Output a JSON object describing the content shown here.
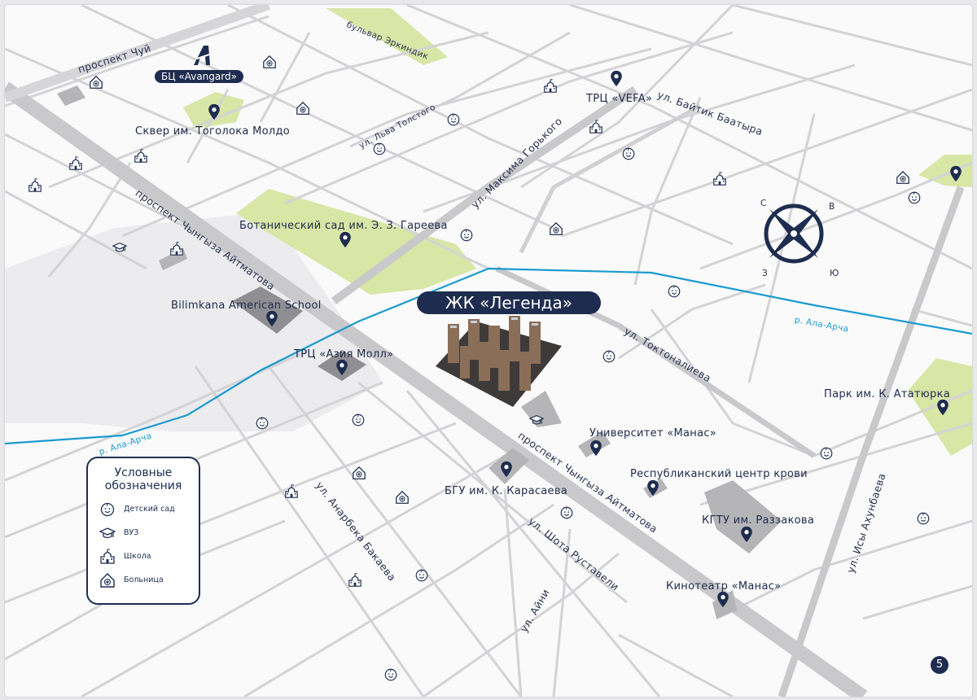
{
  "map": {
    "complex_label": "ЖК «Легенда»",
    "business_center": "БЦ «Avangard»",
    "streets": {
      "chuy": "проспект Чуй",
      "erkindik": "бульвар Эркиндик",
      "tolstogo": "ул. Льва Толстого",
      "baitik": "ул. Байтик Баатыра",
      "gorkogo": "ул. Максима Горького",
      "aitmatov_1": "проспект Чынгыза Айтматова",
      "aitmatov_2": "проспект Чынгыза Айтматова",
      "toktonalieva": "ул. Токтоналиева",
      "bakaeva": "ул. Анарбека Бакаева",
      "rustaveli": "ул. Шота Руставели",
      "aini": "ул. Айни",
      "akhunbaeva": "ул. Исы Ахунбаева"
    },
    "rivers": [
      "р. Ала-Арча",
      "р. Ала-Арча"
    ],
    "places": {
      "togolok": "Сквер им. Тоголока Молдо",
      "vefa": "ТРЦ «VEFA»",
      "botanical": "Ботанический сад им. Э. З. Гареева",
      "bilimkana": "Bilimkana American School",
      "asia_mall": "ТРЦ «Азия Молл»",
      "ataturk": "Парк им. К. Ататюрка",
      "manas_uni": "Университет «Манас»",
      "blood_center": "Республиканский центр крови",
      "bgu": "БГУ им. К. Карасаева",
      "kgtu": "КГТУ им. Раззакова",
      "cinema": "Кинотеатр «Манас»"
    },
    "compass": {
      "n": "С",
      "e": "В",
      "w": "З",
      "s": "Ю"
    }
  },
  "legend": {
    "title_1": "Условные",
    "title_2": "обозначения",
    "items": [
      {
        "icon": "kindergarten-icon",
        "label": "Детский сад"
      },
      {
        "icon": "university-icon",
        "label": "ВУЗ"
      },
      {
        "icon": "school-icon",
        "label": "Школа"
      },
      {
        "icon": "hospital-icon",
        "label": "Больница"
      }
    ]
  },
  "page_number": "5",
  "colors": {
    "navy": "#1e2d4f",
    "park": "#d8e6a6",
    "river": "#1a9ad0",
    "road": "#cfcfd2"
  }
}
